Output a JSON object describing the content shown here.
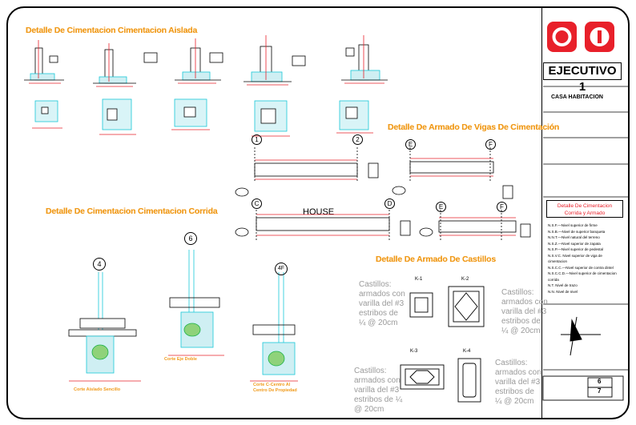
{
  "titles": {
    "aislada": "Detalle De Cimentacion Cimentacion Aislada",
    "corrida": "Detalle De Cimentacion Cimentacion Corrida",
    "vigas": "Detalle De Armado De Vigas De Cimentación",
    "castillos": "Detalle De Armado De Castillos"
  },
  "labels": {
    "house": "HOUSE",
    "corte_aislado": "Corte Aislado Sencillo",
    "corte_doble": "Corte Eje Doble",
    "corte_centro": "Corte C-Centro Al Centro De Propiedad"
  },
  "axis_markers": [
    "1",
    "2",
    "E",
    "F",
    "C",
    "D",
    "E",
    "F"
  ],
  "section_markers": [
    "4",
    "6",
    "4F"
  ],
  "castillo_types": [
    "K-1",
    "K-2",
    "K-3",
    "K-4"
  ],
  "castillo_notes": [
    "Castillos:\narmados con\nvarilla del #3\nestribos de\n¼ @ 20cm",
    "Castillos:\narmados con\nvarilla del #3\nestribos de\n¼ @ 20cm",
    "Castillos:\narmados con\nvarilla del #3\nestribos de ¼\n@ 20cm",
    "Castillos:\narmados con\nvarilla del #3\nestribos de\n¼ @ 20cm"
  ],
  "title_block": {
    "sheet_title": "EJECUTIVO 1",
    "project": "CASA HABITACION",
    "detail": "Detalle De Cimentacion\nCorrida y Armado",
    "sheet_no": "6",
    "sheet_total": "7"
  },
  "notes": [
    "N.S.F.—Nivel superior de firme",
    "N.S.B.—Nivel de superior banqueta",
    "N.N.T.—Nivel natural del terreno",
    "N.S.Z.—Nivel superior de zapata",
    "N.S.P.—Nivel superior de pedestal",
    "N.S.V.C. Nivel superior de viga de cimentacion",
    "N.S.C.C.—Nivel superior de contra dintel",
    "N.S.C.C.D.—Nivel superior de cimentacion corrida",
    "N.T. Nivel de trazo",
    "N.N. Nivel de nivel"
  ],
  "colors": {
    "accent": "#f09a1a",
    "cyan": "#19c8d8",
    "red": "#e8202a",
    "green": "#1cb24a"
  }
}
